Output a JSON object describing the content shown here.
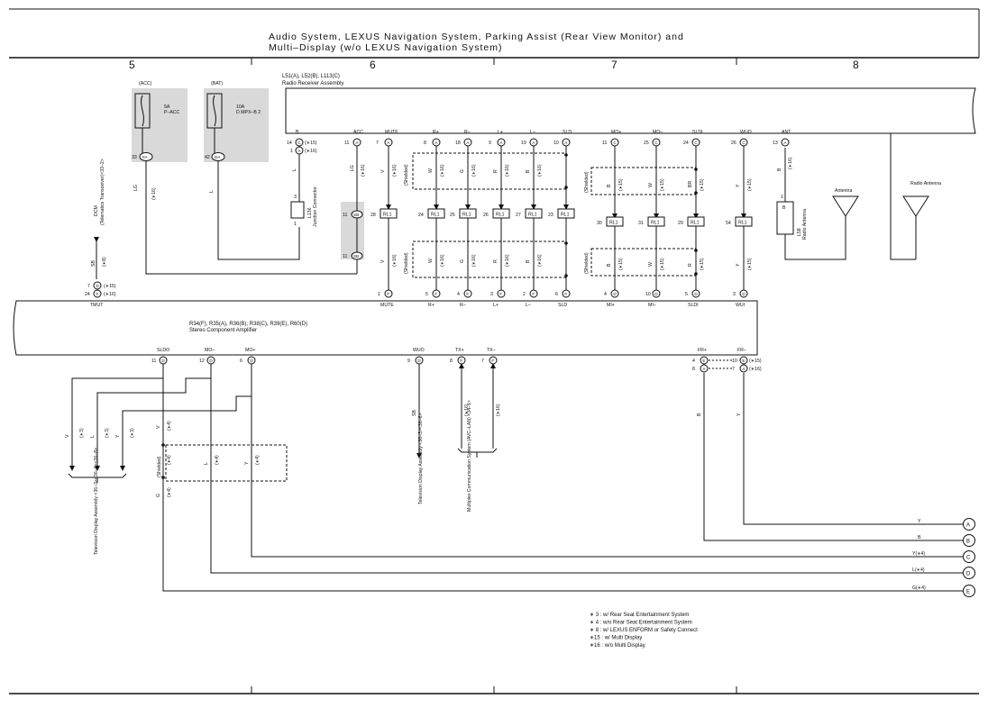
{
  "title": {
    "line1": "Audio System,  LEXUS Navigation System,  Parking Assist (Rear View Monitor) and",
    "line2": "Multi–Display (w/o LEXUS Navigation System)"
  },
  "columns": [
    "5",
    "6",
    "7",
    "8"
  ],
  "radio_receiver": {
    "codes": "L51(A), L52(B), L113(C)",
    "name": "Radio Receiver Assembly",
    "pins": [
      {
        "name": "B",
        "num": "14",
        "conn": "C",
        "note": "(∗15)",
        "num2": "1",
        "conn2": "A",
        "note2": "(∗16)"
      },
      {
        "name": "ACC",
        "num": "11",
        "conn": "A"
      },
      {
        "name": "MUTE",
        "num": "7",
        "conn": "A"
      },
      {
        "name": "R+",
        "num": "8",
        "conn": "A"
      },
      {
        "name": "R–",
        "num": "18",
        "conn": "A"
      },
      {
        "name": "L+",
        "num": "9",
        "conn": "A"
      },
      {
        "name": "L–",
        "num": "19",
        "conn": "A"
      },
      {
        "name": "SLD",
        "num": "10",
        "conn": "A"
      },
      {
        "name": "MO+",
        "num": "11",
        "conn": "C"
      },
      {
        "name": "MO–",
        "num": "25",
        "conn": "C"
      },
      {
        "name": "SLDI",
        "num": "24",
        "conn": "C"
      },
      {
        "name": "WUO",
        "num": "26",
        "conn": "C"
      },
      {
        "name": "ANT",
        "num": "13",
        "conn": "A"
      }
    ]
  },
  "fuses": [
    {
      "source": "(ACC)",
      "rating": "5A",
      "name": "P–ACC",
      "pin": "33",
      "conn": "FA"
    },
    {
      "source": "(BAT)",
      "rating": "10A",
      "name": "D MPX–B 2",
      "pin": "42",
      "conn": "DA"
    }
  ],
  "junction": {
    "code": "L136",
    "name": "Junction Connector",
    "pin_top": "3",
    "pin_bottom": "1"
  },
  "sb_connector": {
    "pin_top": "11",
    "pin_bottom": "11",
    "conn": "SB"
  },
  "dcm": {
    "label": "DCM",
    "sublabel": "(Telematics Transceiver)<33–2>",
    "wire": "SB",
    "note": "(∗8)"
  },
  "rl1": {
    "label": "RL1",
    "top_row": [
      {
        "pin": "28"
      },
      {
        "pin": "24"
      },
      {
        "pin": "25"
      },
      {
        "pin": "26"
      },
      {
        "pin": "27"
      },
      {
        "pin": "23"
      }
    ],
    "mid_row": [
      {
        "pin": "30"
      },
      {
        "pin": "31"
      },
      {
        "pin": "29"
      },
      {
        "pin": "54"
      }
    ]
  },
  "wire_labels_upper": {
    "b": "L",
    "acc": "LG",
    "mute": "V",
    "rplus": "W",
    "rminus": "G",
    "lplus": "R",
    "lminus": "B",
    "moplus": "B",
    "mominus": "W",
    "sldi": "BR",
    "wuo": "Y",
    "ant": "B",
    "fuse1": "LG",
    "fuse2": "L",
    "shielded": "(Shielded)",
    "note16": "(∗16)",
    "note15": "(∗15)"
  },
  "wire_labels_lower": {
    "mute": "V",
    "rplus": "W",
    "rminus": "G",
    "lplus": "R",
    "lminus": "B",
    "moplus": "B",
    "mominus": "W",
    "sldi": "R",
    "wuo": "Y"
  },
  "radio_antenna": {
    "code": "L58",
    "name": "Radio Antenna",
    "pin": "1",
    "box": "B"
  },
  "antenna_labels": [
    "Antenna",
    "Radio Antenna"
  ],
  "amplifier": {
    "codes": "R34(F), R35(A), R36(B), R38(C), R39(E), R60(D)",
    "name": "Stereo Component Amplifier",
    "top_left": {
      "name": "TMUT",
      "num1": "7",
      "conn1": "D",
      "note1": "(∗15)",
      "num2": "24",
      "conn2": "F",
      "note2": "(∗16)"
    },
    "top_pins": [
      {
        "name": "MUTE",
        "num": "1",
        "conn": "F"
      },
      {
        "name": "R+",
        "num": "5",
        "conn": "F"
      },
      {
        "name": "R–",
        "num": "4",
        "conn": "F"
      },
      {
        "name": "L+",
        "num": "3",
        "conn": "F"
      },
      {
        "name": "L–",
        "num": "2",
        "conn": "F"
      },
      {
        "name": "SLD",
        "num": "6",
        "conn": "F"
      },
      {
        "name": "MI+",
        "num": "4",
        "conn": "D"
      },
      {
        "name": "MI–",
        "num": "10",
        "conn": "D"
      },
      {
        "name": "SLDI",
        "num": "5",
        "conn": "D"
      },
      {
        "name": "WUI",
        "num": "3",
        "conn": "D"
      }
    ],
    "bottom_pins": [
      {
        "name": "SLDO",
        "num": "11",
        "conn": "D"
      },
      {
        "name": "MO–",
        "num": "12",
        "conn": "D"
      },
      {
        "name": "MO+",
        "num": "6",
        "conn": "D"
      },
      {
        "name": "WUO",
        "num": "9",
        "conn": "D"
      },
      {
        "name": "TX+",
        "num": "8",
        "conn": "F"
      },
      {
        "name": "TX–",
        "num": "7",
        "conn": "F"
      },
      {
        "name": "FR+",
        "num": "4",
        "conn": "E",
        "num2": "8",
        "conn2": "A"
      },
      {
        "name": "FR–",
        "num": "10",
        "conn": "E",
        "note": "(∗15)",
        "num2": "7",
        "conn2": "A",
        "note2": "(∗16)"
      }
    ]
  },
  "lower_wires": {
    "left": [
      "V",
      "L",
      "Y"
    ],
    "left_notes": [
      "(∗3)",
      "(∗3)",
      "(∗3)"
    ],
    "mid": [
      "V",
      "L",
      "Y"
    ],
    "mid_notes": [
      "(∗4)",
      "(∗4)",
      "(∗4)"
    ],
    "sldo": "G",
    "sldo_note": "(∗4)",
    "shielded": "(Shielded)",
    "wuo": "SB",
    "tx_notes": [
      "(∗16)",
      "(∗16)"
    ],
    "fr_plus": "B",
    "fr_minus": "Y"
  },
  "tv_display_left": "Television Display Assembly <36–3><36–6><36–8>",
  "tv_display_mid": "Television Display Assembly <36–3><36–6>",
  "multiplex": "Multiplex Communication System (AVC–LAN) <34–1>",
  "connectors_right": [
    {
      "wire": "Y",
      "letter": "A"
    },
    {
      "wire": "B",
      "letter": "B"
    },
    {
      "wire": "Y(∗4)",
      "letter": "C"
    },
    {
      "wire": "L(∗4)",
      "letter": "D"
    },
    {
      "wire": "G(∗4)",
      "letter": "E"
    }
  ],
  "legend": [
    "∗ 3 : w/ Rear Seat Entertainment System",
    "∗ 4 : w/o Rear Seat Entertainment System",
    "∗ 8 : w/ LEXUS ENFORM or Safety Connect",
    "∗15 : w/ Multi Display",
    "∗16 : w/o Multi Display"
  ]
}
